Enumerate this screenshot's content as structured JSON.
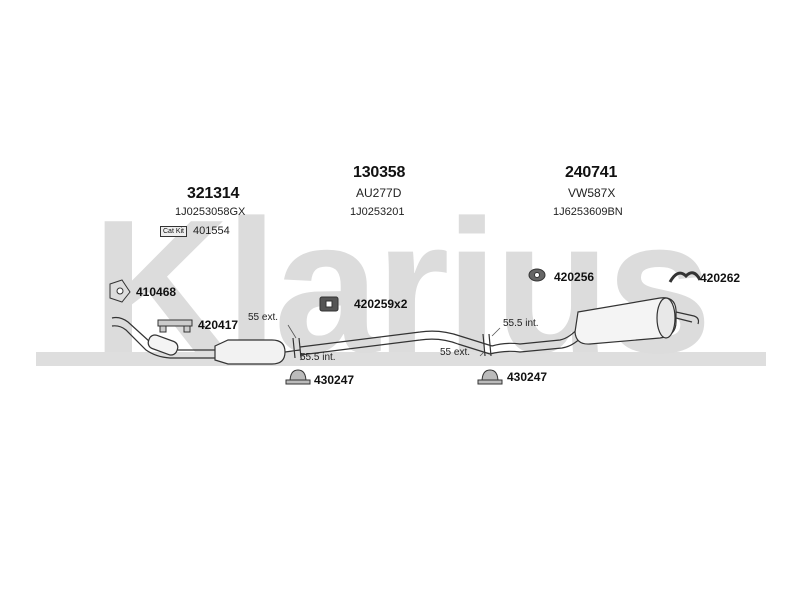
{
  "watermark": "Klarius",
  "parts": {
    "front_pipe": {
      "number": "321314",
      "oe": "1J0253058GX",
      "catkit_label": "Cat Kit",
      "catkit_number": "401554"
    },
    "center_pipe": {
      "number": "130358",
      "code": "AU277D",
      "oe": "1J0253201"
    },
    "rear_silencer": {
      "number": "240741",
      "code": "VW587X",
      "oe": "1J6253609BN"
    }
  },
  "fittings": {
    "gasket": "410468",
    "bracket_front": "420417",
    "hanger_mid": "420259x2",
    "clamp_left": "430247",
    "clamp_right": "430247",
    "rubber_rear": "420256",
    "hanger_rear": "420262"
  },
  "dimensions": {
    "left_ext": "55 ext.",
    "left_int": "55.5 int.",
    "right_ext": "55 ext.",
    "right_int": "55.5 int."
  },
  "colors": {
    "watermark": "#d9d9d9",
    "line": "#333333"
  }
}
